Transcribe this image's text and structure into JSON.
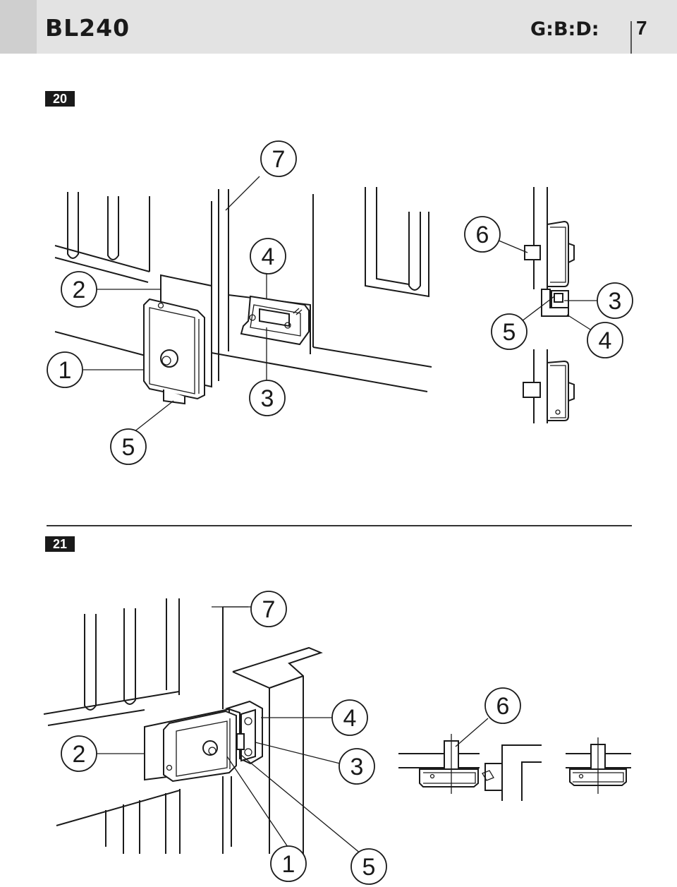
{
  "header": {
    "model": "BL240",
    "brand": "G:B:D:",
    "page_number": "7"
  },
  "figures": [
    {
      "label": "20",
      "callouts": {
        "c7": "7",
        "c4": "4",
        "c2": "2",
        "c1": "1",
        "c3": "3",
        "c5": "5",
        "d6": "6",
        "d5": "5",
        "d3": "3",
        "d4": "4"
      }
    },
    {
      "label": "21",
      "callouts": {
        "c7": "7",
        "c4": "4",
        "c2": "2",
        "c3": "3",
        "c1": "1",
        "c5": "5",
        "d6": "6"
      }
    }
  ]
}
